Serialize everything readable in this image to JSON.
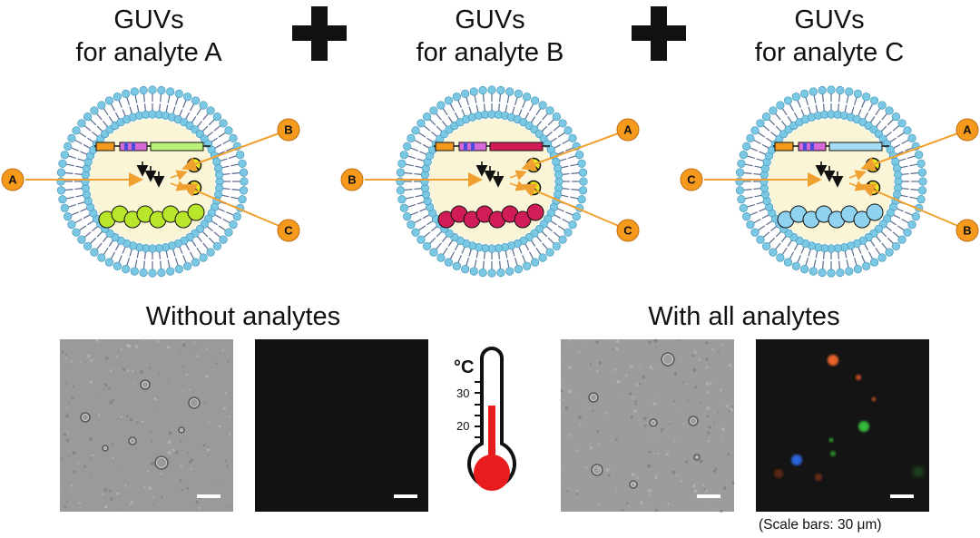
{
  "panels": [
    {
      "title_line1": "GUVs",
      "title_line2": "for analyte A",
      "input_label": "A",
      "other_labels": [
        "B",
        "C"
      ],
      "polymer_color": "#b8e62a",
      "gene_color": "#b8f07a"
    },
    {
      "title_line1": "GUVs",
      "title_line2": "for analyte B",
      "input_label": "B",
      "other_labels": [
        "A",
        "C"
      ],
      "polymer_color": "#d11d57",
      "gene_color": "#d11d57"
    },
    {
      "title_line1": "GUVs",
      "title_line2": "for analyte C",
      "input_label": "C",
      "other_labels": [
        "A",
        "B"
      ],
      "polymer_color": "#8fd3f0",
      "gene_color": "#a5dcf4"
    }
  ],
  "sections": {
    "without": "Without analytes",
    "with": "With all analytes"
  },
  "thermometer": {
    "unit": "°C",
    "tick_30": "30",
    "tick_20": "20",
    "fluid_color": "#e81c1c"
  },
  "scale_caption": "(Scale bars: 30 μm)",
  "colors": {
    "marker": "#f59a1c",
    "arrow": "#f0a030",
    "membrane": "#7bc8e4",
    "lumen": "#fbf5d8",
    "inhibitor": "#e8e620"
  }
}
